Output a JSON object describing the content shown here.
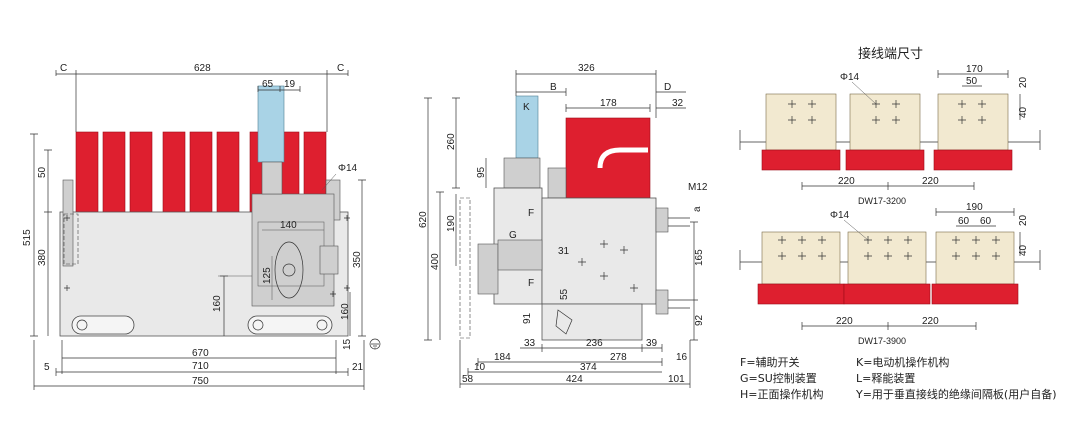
{
  "title": "接线端尺寸",
  "labels": {
    "C": "C",
    "B": "B",
    "D": "D",
    "K": "K",
    "F": "F",
    "G": "G",
    "a": "a",
    "phi14": "Φ14",
    "m12": "M12",
    "dw3200": "DW17-3200",
    "dw3900": "DW17-3900"
  },
  "front_dims": {
    "d628": "628",
    "d65": "65",
    "d19": "19",
    "d140": "140",
    "d515": "515",
    "d380": "380",
    "d50": "50",
    "d160": "160",
    "d125": "125",
    "d350": "350",
    "d160b": "160",
    "d15": "15",
    "d670": "670",
    "d710": "710",
    "d750": "750",
    "d5": "5",
    "d21": "21"
  },
  "side_dims": {
    "d326": "326",
    "d178": "178",
    "d32": "32",
    "d260": "260",
    "d95": "95",
    "d620": "620",
    "d190": "190",
    "d400": "400",
    "d31": "31",
    "d165": "165",
    "d55": "55",
    "d91": "91",
    "d92": "92",
    "d33": "33",
    "d236": "236",
    "d39": "39",
    "d184": "184",
    "d278": "278",
    "d16": "16",
    "d10": "10",
    "d374": "374",
    "d58": "58",
    "d424": "424",
    "d101": "101"
  },
  "terminal_dims": {
    "t170": "170",
    "t50": "50",
    "t20": "20",
    "t40": "40",
    "t220a": "220",
    "t220b": "220",
    "t190": "190",
    "t60a": "60",
    "t60b": "60",
    "t20b": "20",
    "t40b": "40",
    "t220c": "220",
    "t220d": "220"
  },
  "legend": [
    "F=辅助开关",
    "K=电动机操作机构",
    "G=SU控制装置",
    "L=释能装置",
    "H=正面操作机构",
    "Y=用于垂直接线的绝缘间隔板(用户自备)"
  ]
}
